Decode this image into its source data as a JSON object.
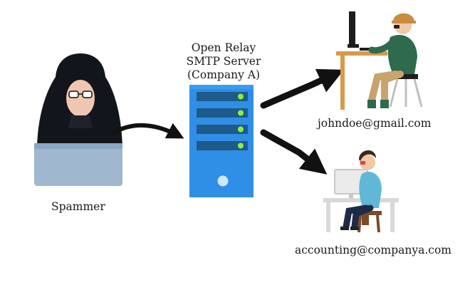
{
  "diagram": {
    "server": {
      "title_lines": [
        "Open Relay",
        "SMTP Server",
        "(Company A)"
      ],
      "color": "#2f8fe6",
      "slot_color": "#1e5a8a",
      "led_color": "#8cf03a"
    },
    "spammer": {
      "label": "Spammer",
      "laptop_color": "#9fb7cf"
    },
    "recipients": [
      {
        "label": "johndoe@gmail.com"
      },
      {
        "label": "accounting@companya.com"
      }
    ],
    "arrow_color": "#111111"
  }
}
